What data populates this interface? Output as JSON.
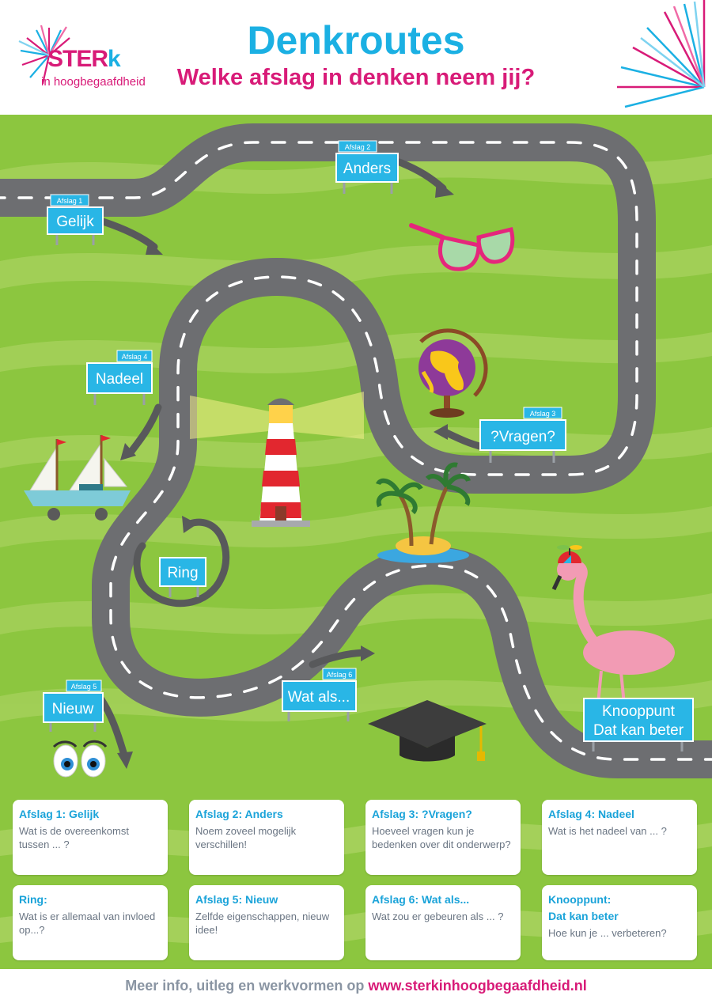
{
  "header": {
    "logo_text": "STER",
    "logo_k": "k",
    "logo_sub": "in hoogbegaafdheid",
    "title": "Denkroutes",
    "subtitle": "Welke afslag in denken neem jij?"
  },
  "signs": {
    "afslag1": {
      "small": "Afslag 1",
      "label": "Gelijk"
    },
    "afslag2": {
      "small": "Afslag 2",
      "label": "Anders"
    },
    "afslag3": {
      "small": "Afslag 3",
      "label": "?Vragen?"
    },
    "afslag4": {
      "small": "Afslag 4",
      "label": "Nadeel"
    },
    "afslag5": {
      "small": "Afslag 5",
      "label": "Nieuw"
    },
    "afslag6": {
      "small": "Afslag 6",
      "label": "Wat als..."
    },
    "ring": {
      "label": "Ring"
    },
    "knooppunt": {
      "line1": "Knooppunt",
      "line2": "Dat kan beter"
    }
  },
  "cards": [
    {
      "title": "Afslag 1: Gelijk",
      "body": "Wat is de overeenkomst tussen ... ?"
    },
    {
      "title": "Afslag 2: Anders",
      "body": "Noem zoveel mogelijk verschillen!"
    },
    {
      "title": "Afslag 3: ?Vragen?",
      "body": "Hoeveel vragen kun je bedenken over dit onderwerp?"
    },
    {
      "title": "Afslag 4: Nadeel",
      "body": "Wat is het nadeel van ... ?"
    },
    {
      "title": "Ring:",
      "body": "Wat is er allemaal van invloed op...?"
    },
    {
      "title": "Afslag 5: Nieuw",
      "body": "Zelfde eigenschappen, nieuw idee!"
    },
    {
      "title": "Afslag 6: Wat als...",
      "body": "Wat zou er gebeuren als ... ?"
    },
    {
      "title": "Knooppunt:",
      "title2": "Dat kan beter",
      "body": "Hoe kun je ... verbeteren?"
    }
  ],
  "footer": {
    "text": "Meer info, uitleg en werkvormen op ",
    "url": "www.sterkinhoogbegaafdheid.nl"
  },
  "colors": {
    "grass": "#8cc63f",
    "grass_light": "#a6d15b",
    "road": "#6d6e71",
    "sign_blue": "#29b6e6",
    "brand_pink": "#d81b78",
    "brand_blue": "#1bb0e3"
  }
}
